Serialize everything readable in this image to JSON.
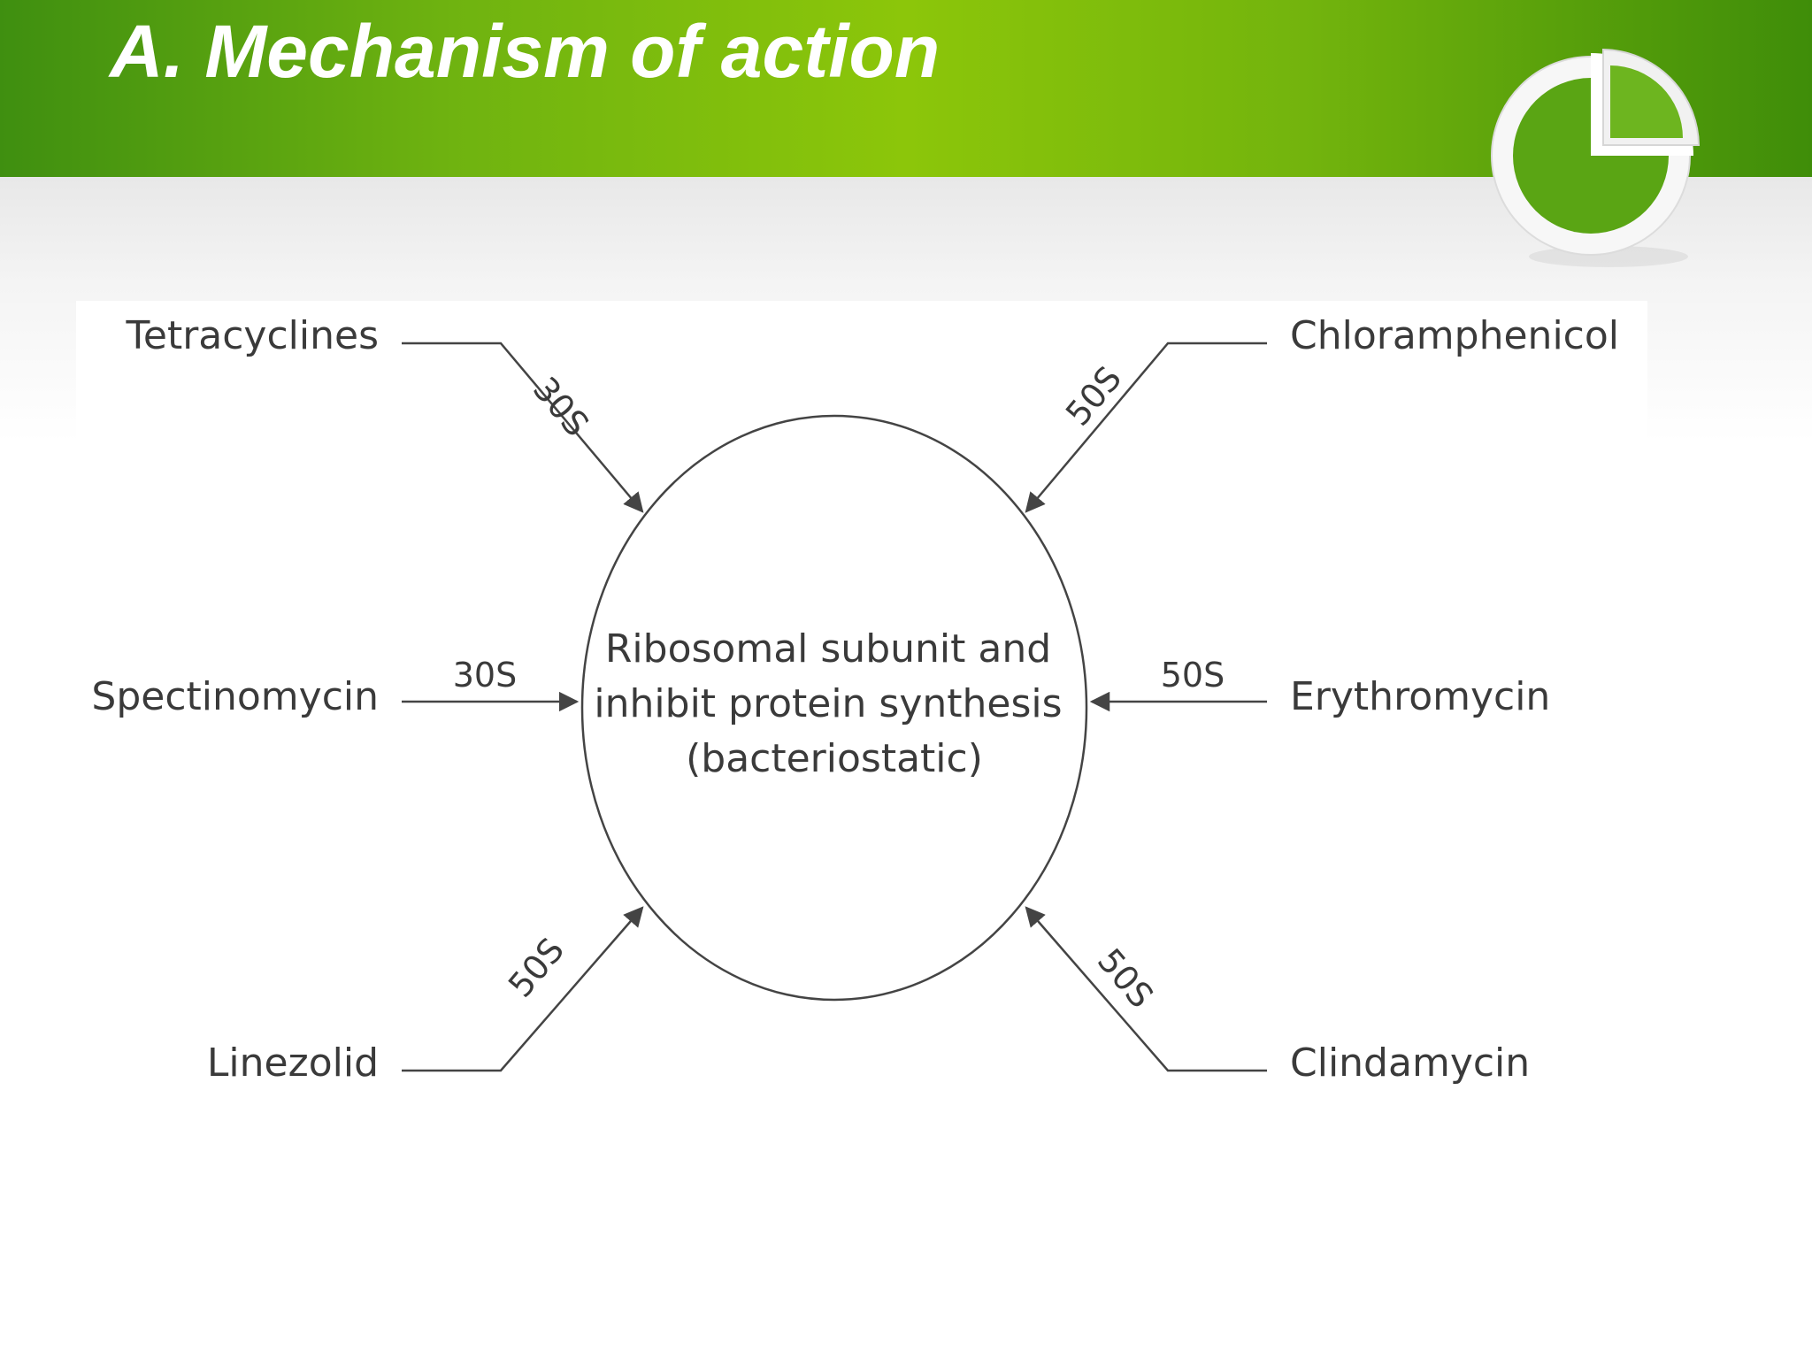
{
  "slide": {
    "title": "A. Mechanism of action",
    "header_colors": [
      "#3f8f10",
      "#8cc60a",
      "#3f8d09"
    ]
  },
  "logo": {
    "icon": "pie-chart-logo-icon",
    "color": "#5aa514"
  },
  "diagram": {
    "center": {
      "lines": [
        "Ribosomal subunit and",
        "inhibit protein synthesis",
        "(bacteriostatic)"
      ]
    },
    "drugs": {
      "tetracyclines": {
        "name": "Tetracyclines",
        "subunit": "30S"
      },
      "chloramphenicol": {
        "name": "Chloramphenicol",
        "subunit": "50S"
      },
      "spectinomycin": {
        "name": "Spectinomycin",
        "subunit": "30S"
      },
      "erythromycin": {
        "name": "Erythromycin",
        "subunit": "50S"
      },
      "linezolid": {
        "name": "Linezolid",
        "subunit": "50S"
      },
      "clindamycin": {
        "name": "Clindamycin",
        "subunit": "50S"
      }
    }
  }
}
